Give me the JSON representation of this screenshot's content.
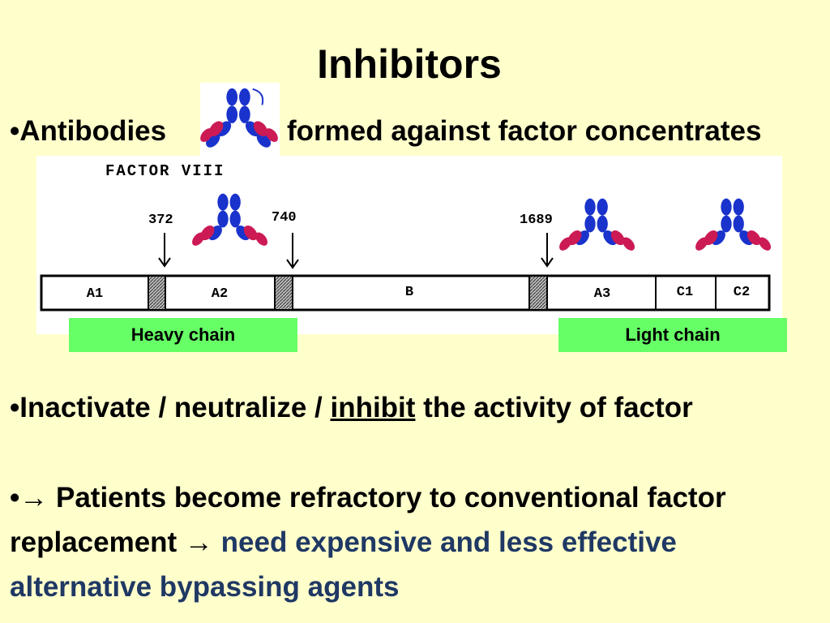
{
  "slide": {
    "title": "Inhibitors",
    "bullet1_label": "Antibodies",
    "bullet1_rest": "formed against factor concentrates",
    "bullet2_pre": "Inactivate / neutralize / ",
    "bullet2_underlined": "inhibit",
    "bullet2_post": " the activity of factor",
    "bullet3_black": "→ Patients become refractory to conventional factor replacement → ",
    "bullet3_blue": "need expensive and less effective alternative bypassing agents"
  },
  "diagram": {
    "title": "FACTOR VIII",
    "cleavage_sites": [
      "372",
      "740",
      "1689"
    ],
    "domains": [
      "A1",
      "A2",
      "B",
      "A3",
      "C1",
      "C2"
    ],
    "heavy_chain": "Heavy chain",
    "light_chain": "Light chain",
    "colors": {
      "background": "#ffffcc",
      "chain_label_bg": "#66ff66",
      "antibody_heavy": "#1a33cc",
      "antibody_light": "#cc1a55",
      "blue_text": "#1f3864"
    }
  }
}
